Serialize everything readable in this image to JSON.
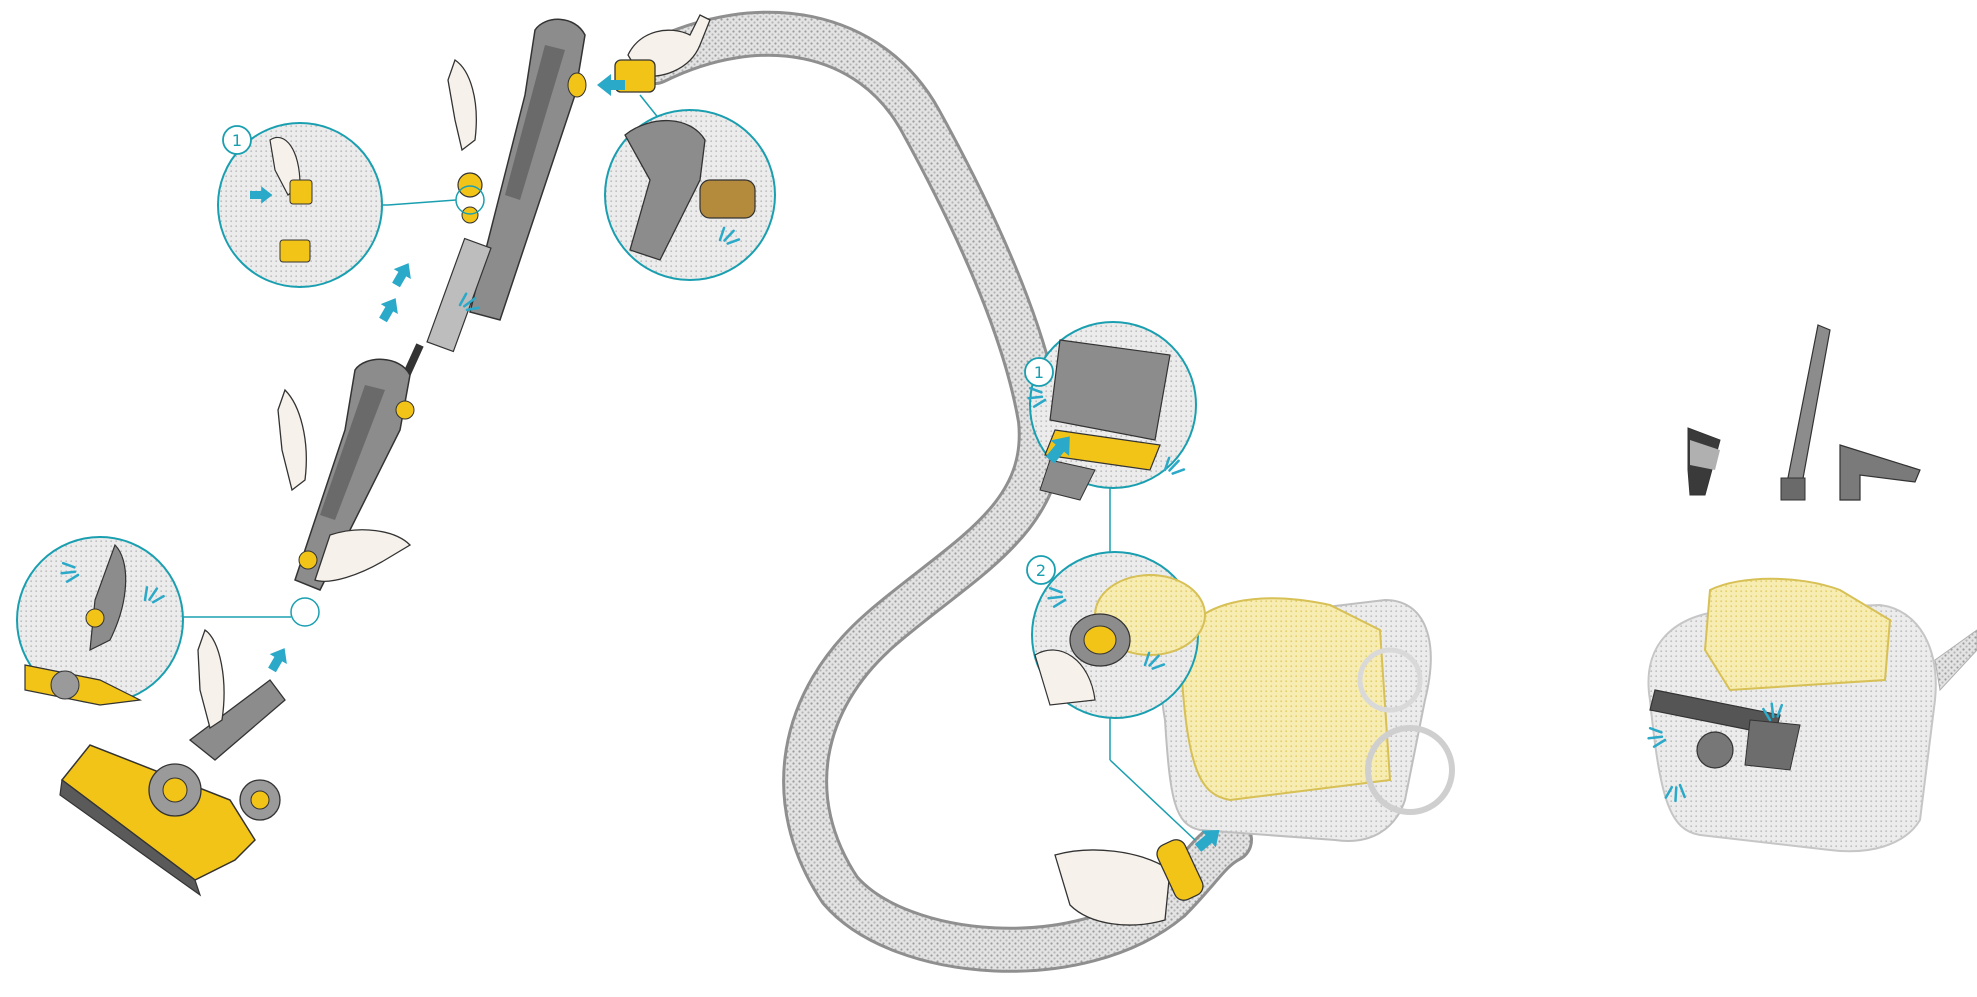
{
  "colors": {
    "accent_cyan": "#1a9fb0",
    "arrow_blue": "#2aa9c8",
    "vacuum_yellow": "#f2c418",
    "light_yellow": "#f5e27a",
    "tool_gray": "#8a8a8a",
    "dark_gray": "#5a5a5a",
    "hose_gray": "#c9c9c9",
    "skin": "#f6f1ea",
    "outline": "#333333"
  },
  "callouts": {
    "wand_clip": {
      "step": "1"
    },
    "canister_inlet_top": {
      "step": "1"
    },
    "canister_inlet_bottom": {
      "step": "2"
    }
  },
  "icons": [
    "push-arrow-icon",
    "click-sound-icon",
    "hand-icon"
  ]
}
